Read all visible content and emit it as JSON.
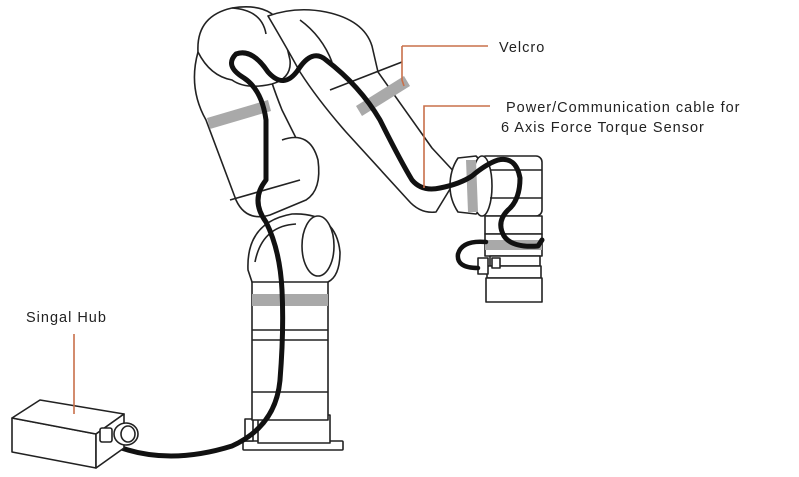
{
  "labels": {
    "velcro": "Velcro",
    "cable_line1": "Power/Communication cable for",
    "cable_line2": "6 Axis Force Torque Sensor",
    "hub": "Singal Hub"
  },
  "colors": {
    "outline": "#222222",
    "cable": "#111111",
    "velcro_band": "#a9a9a9",
    "callout_line": "#c8704a",
    "background": "#ffffff"
  }
}
